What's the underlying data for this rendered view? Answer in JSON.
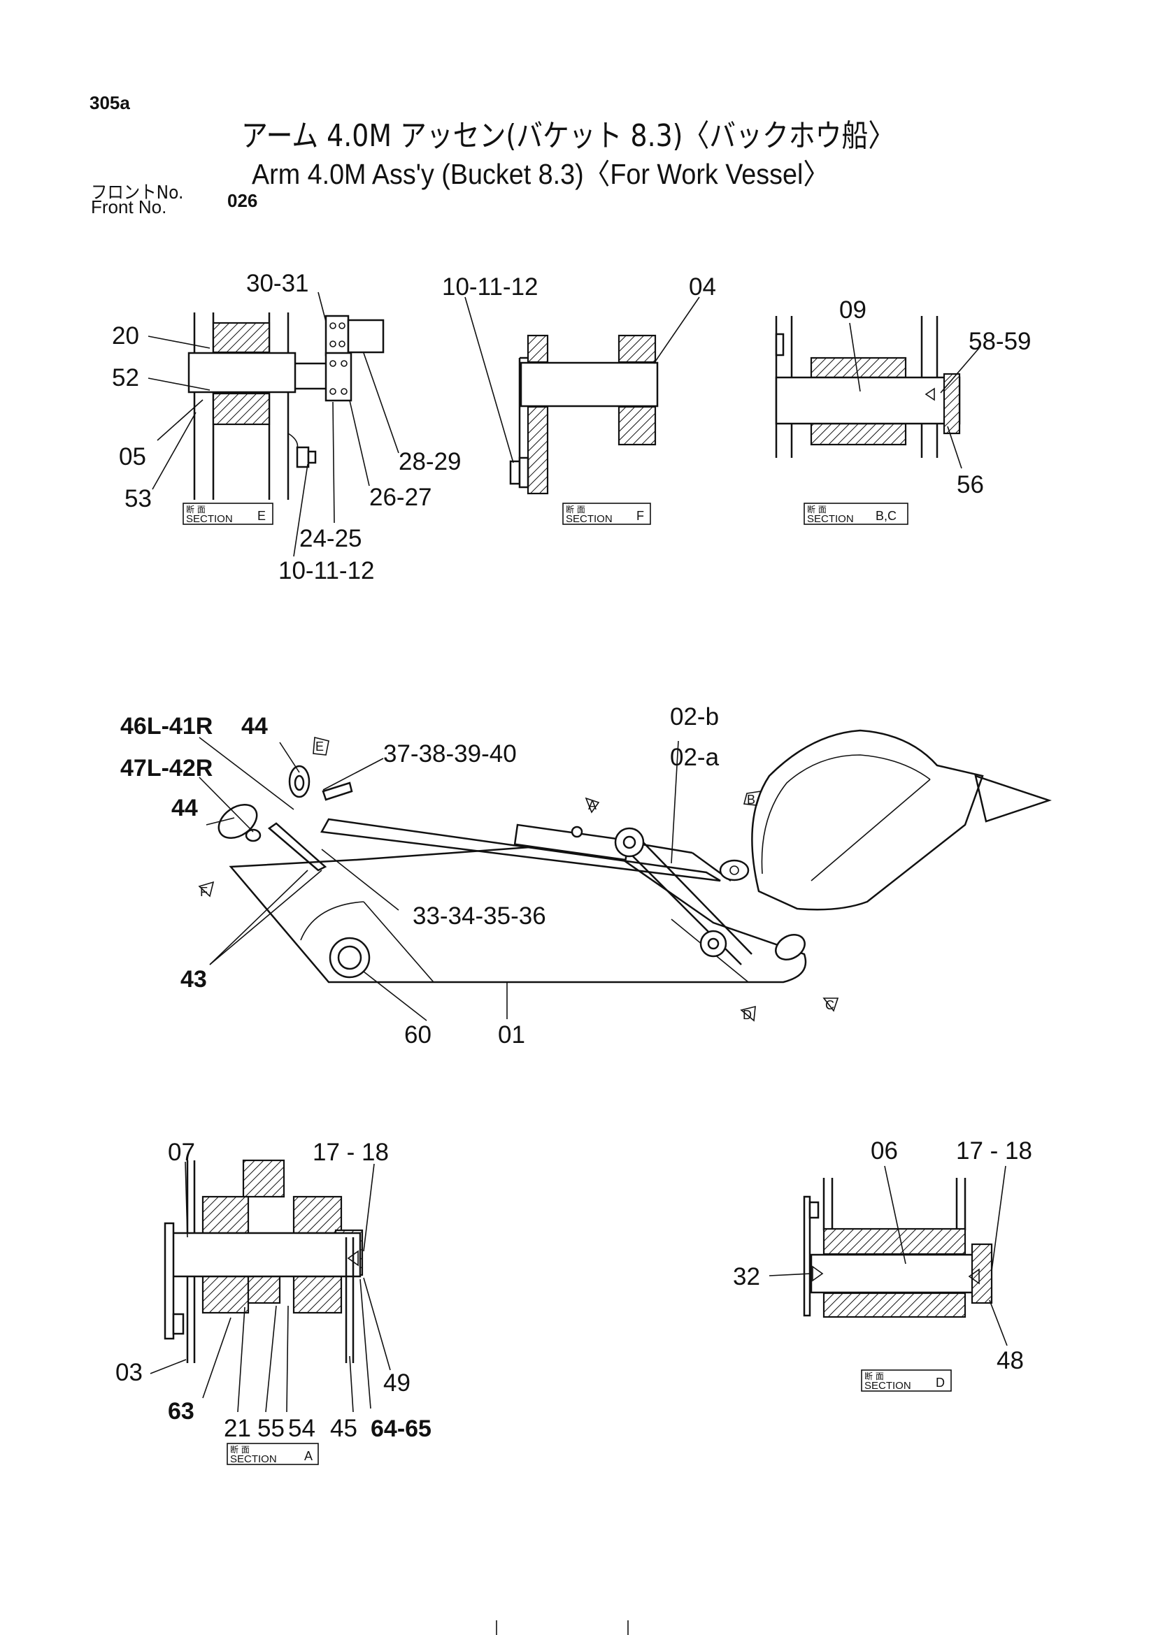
{
  "page": {
    "number": "305a",
    "title_jp": "アーム 4.0M アッセン(バケット 8.3)〈バックホウ船〉",
    "title_en": "Arm 4.0M Ass'y (Bucket 8.3)〈For Work Vessel〉",
    "front_label_jp": "フロントNo.",
    "front_label_en": "Front   No.",
    "front_number": "026"
  },
  "sections": {
    "e": {
      "kanji": "断 面",
      "word": "SECTION",
      "letter": "E",
      "labels": [
        "30-31",
        "20",
        "52",
        "05",
        "53",
        "28-29",
        "26-27",
        "24-25",
        "10-11-12"
      ]
    },
    "f": {
      "kanji": "断 面",
      "word": "SECTION",
      "letter": "F",
      "labels": [
        "10-11-12",
        "04"
      ]
    },
    "bc": {
      "kanji": "断 面",
      "word": "SECTION",
      "letter": "B,C",
      "labels": [
        "09",
        "58-59",
        "56"
      ]
    },
    "a": {
      "kanji": "断 面",
      "word": "SECTION",
      "letter": "A",
      "labels": [
        "07",
        "17 - 18",
        "03",
        "49",
        "63",
        "21",
        "55",
        "54",
        "45",
        "64-65"
      ]
    },
    "d": {
      "kanji": "断 面",
      "word": "SECTION",
      "letter": "D",
      "labels": [
        "06",
        "17 - 18",
        "32",
        "48"
      ]
    }
  },
  "main_view": {
    "labels": [
      "46L-41R",
      "44",
      "47L-42R",
      "44",
      "37-38-39-40",
      "02-b",
      "02-a",
      "33-34-35-36",
      "43",
      "60",
      "01"
    ],
    "markers": [
      "E",
      "F",
      "A",
      "B",
      "D",
      "C"
    ]
  }
}
